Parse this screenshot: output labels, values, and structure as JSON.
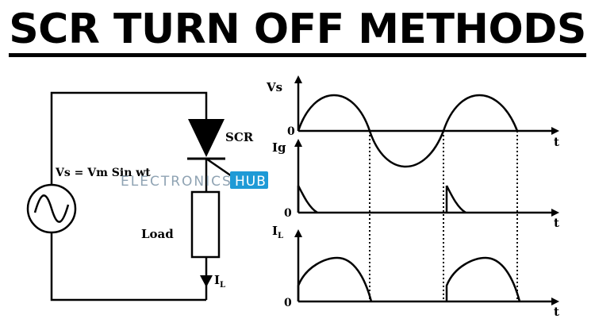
{
  "title": "SCR TURN OFF METHODS",
  "circuit": {
    "source_label": "Vs = Vm Sin wt",
    "scr_label": "SCR",
    "load_label": "Load",
    "current_label": "I",
    "current_sub": "L"
  },
  "graphs": {
    "vs_label": "Vs",
    "ig_label": "Ig",
    "il_label": "I",
    "il_sub": "L",
    "zero_label": "0",
    "time_label": "t"
  },
  "watermark": {
    "left": "ELECTRONICS",
    "right": "HUB",
    "accent": "#1e9ad6"
  }
}
